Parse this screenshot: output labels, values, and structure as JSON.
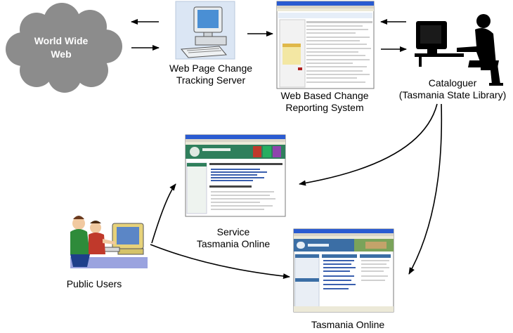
{
  "diagram": {
    "nodes": {
      "www": {
        "label": "World Wide Web",
        "line1": "World Wide",
        "line2": "Web"
      },
      "tracking_server": {
        "line1": "Web Page Change",
        "line2": "Tracking Server"
      },
      "reporting_system": {
        "line1": "Web Based Change",
        "line2": "Reporting System"
      },
      "cataloguer": {
        "line1": "Cataloguer",
        "line2": "(Tasmania State Library)"
      },
      "service_tasmania": {
        "line1": "Service",
        "line2": "Tasmania Online"
      },
      "public_users": {
        "line1": "Public Users"
      },
      "tasmania_online": {
        "line1": "Tasmania Online"
      }
    },
    "edges": [
      {
        "from": "tracking_server",
        "to": "www"
      },
      {
        "from": "www",
        "to": "tracking_server"
      },
      {
        "from": "tracking_server",
        "to": "reporting_system"
      },
      {
        "from": "cataloguer",
        "to": "reporting_system"
      },
      {
        "from": "reporting_system",
        "to": "cataloguer"
      },
      {
        "from": "cataloguer",
        "to": "service_tasmania"
      },
      {
        "from": "cataloguer",
        "to": "tasmania_online"
      },
      {
        "from": "public_users",
        "to": "service_tasmania"
      },
      {
        "from": "public_users",
        "to": "tasmania_online"
      }
    ],
    "colors": {
      "cloud": "#8c8c8c",
      "cloud_text": "#ffffff",
      "arrow": "#000000",
      "window_titlebar": "#2a5bd1",
      "service_header": "#2f7f5c",
      "tasmania_header": "#3b6ea5",
      "users_floor": "#9aa3df"
    }
  }
}
